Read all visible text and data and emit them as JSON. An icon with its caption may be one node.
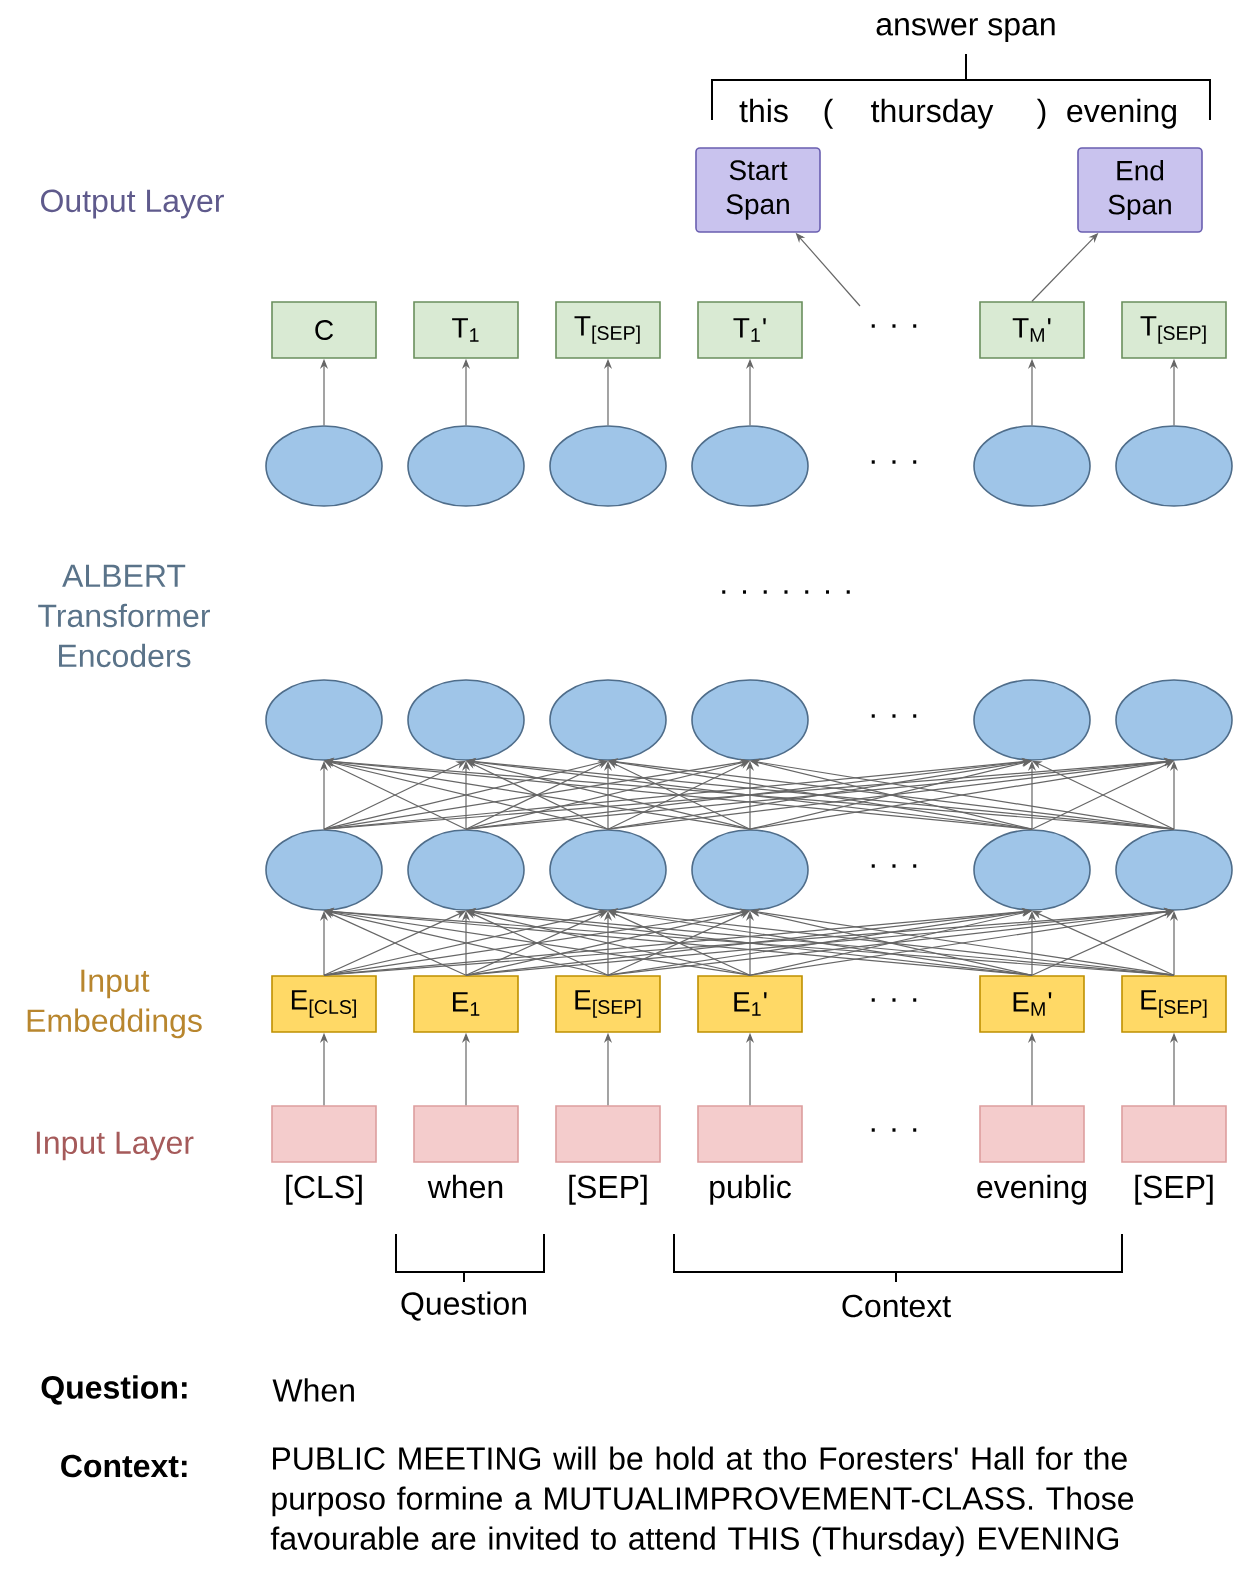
{
  "diagram": {
    "nodes": [
      {
        "text": [
          "Start Span"
        ]
      },
      {
        "text": [
          "End Span"
        ]
      },
      {
        "text": [
          "C"
        ]
      },
      {
        "text": [
          "T$_{1}$"
        ]
      },
      {
        "text": [
          "T$_{[SEP]}$"
        ]
      },
      {
        "text": [
          "T$_{1}$'"
        ]
      },
      {
        "text": [
          "T$_{M}$'"
        ]
      },
      {
        "text": [
          "T$_{[SEP]}$"
        ]
      },
      {
        "text": [],
        "shape": "ellipse"
      },
      {
        "text": [],
        "shape": "ellipse"
      },
      {
        "text": [],
        "shape": "ellipse"
      },
      {
        "text": [],
        "shape": "ellipse"
      },
      {
        "text": [],
        "shape": "ellipse"
      },
      {
        "text": [],
        "shape": "ellipse"
      },
      {
        "text": [],
        "shape": "ellipse"
      },
      {
        "text": [],
        "shape": "ellipse"
      },
      {
        "text": [],
        "shape": "ellipse"
      },
      {
        "text": [],
        "shape": "ellipse"
      },
      {
        "text": [],
        "shape": "ellipse"
      },
      {
        "text": [],
        "shape": "ellipse"
      },
      {
        "text": [],
        "shape": "ellipse"
      },
      {
        "text": [],
        "shape": "ellipse"
      },
      {
        "text": [],
        "shape": "ellipse"
      },
      {
        "text": [],
        "shape": "ellipse"
      },
      {
        "text": [],
        "shape": "ellipse"
      },
      {
        "text": [],
        "shape": "ellipse"
      },
      {
        "text": [
          "E$_{[CLS]}$"
        ]
      },
      {
        "text": [
          "E$_{1}$"
        ]
      },
      {
        "text": [
          "E$_{[SEP]}$"
        ]
      },
      {
        "text": [
          "E$_{1}$'"
        ]
      },
      {
        "text": [
          "E$_{M}$'"
        ]
      },
      {
        "text": [
          "E$_{[SEP]}$"
        ]
      },
      {
        "text": [],
        "shape": "box",
        "beside": [
          "[CLS]"
        ]
      },
      {
        "text": [],
        "shape": "box",
        "beside": [
          "when"
        ]
      },
      {
        "text": [],
        "shape": "box",
        "beside": [
          "[SEP]"
        ]
      },
      {
        "text": [],
        "shape": "box",
        "beside": [
          "public"
        ]
      },
      {
        "text": [],
        "shape": "box",
        "beside": [
          "evening"
        ]
      },
      {
        "text": [],
        "shape": "box",
        "beside": [
          "[SEP]"
        ]
      }
    ],
    "edges": [
      {
        "from": null,
        "to": 0,
        "arrow": "to"
      },
      {
        "from": 6,
        "to": 1,
        "arrow": "to"
      },
      {
        "from": 8,
        "to": 2,
        "arrow": "to"
      },
      {
        "from": 9,
        "to": 3,
        "arrow": "to"
      },
      {
        "from": 10,
        "to": 4,
        "arrow": "to"
      },
      {
        "from": 11,
        "to": 5,
        "arrow": "to"
      },
      {
        "from": 12,
        "to": 6,
        "arrow": "to"
      },
      {
        "from": 13,
        "to": 7,
        "arrow": "to"
      },
      {
        "from": 20,
        "to": 14,
        "arrow": "to"
      },
      {
        "from": 20,
        "to": 15,
        "arrow": "to"
      },
      {
        "from": 20,
        "to": 16,
        "arrow": "to"
      },
      {
        "from": 20,
        "to": 17,
        "arrow": "to"
      },
      {
        "from": 20,
        "to": 18,
        "arrow": "to"
      },
      {
        "from": 20,
        "to": 19,
        "arrow": "to"
      },
      {
        "from": 21,
        "to": 14,
        "arrow": "to"
      },
      {
        "from": 21,
        "to": 15,
        "arrow": "to"
      },
      {
        "from": 21,
        "to": 16,
        "arrow": "to"
      },
      {
        "from": 21,
        "to": 17,
        "arrow": "to"
      },
      {
        "from": 21,
        "to": 18,
        "arrow": "to"
      },
      {
        "from": 21,
        "to": 19,
        "arrow": "to"
      },
      {
        "from": 22,
        "to": 14,
        "arrow": "to"
      },
      {
        "from": 22,
        "to": 15,
        "arrow": "to"
      },
      {
        "from": 22,
        "to": 16,
        "arrow": "to"
      },
      {
        "from": 22,
        "to": 17,
        "arrow": "to"
      },
      {
        "from": 22,
        "to": 18,
        "arrow": "to"
      },
      {
        "from": 22,
        "to": 19,
        "arrow": "to"
      },
      {
        "from": 23,
        "to": 14,
        "arrow": "to"
      },
      {
        "from": 23,
        "to": 15,
        "arrow": "to"
      },
      {
        "from": 23,
        "to": 16,
        "arrow": "to"
      },
      {
        "from": 23,
        "to": 17,
        "arrow": "to"
      },
      {
        "from": 23,
        "to": 18,
        "arrow": "to"
      },
      {
        "from": 23,
        "to": 19,
        "arrow": "to"
      },
      {
        "from": 24,
        "to": 14,
        "arrow": "to"
      },
      {
        "from": 24,
        "to": 15,
        "arrow": "to"
      },
      {
        "from": 24,
        "to": 16,
        "arrow": "to"
      },
      {
        "from": 24,
        "to": 17,
        "arrow": "to"
      },
      {
        "from": 24,
        "to": 18,
        "arrow": "to"
      },
      {
        "from": 24,
        "to": 19,
        "arrow": "to"
      },
      {
        "from": 25,
        "to": 14,
        "arrow": "to"
      },
      {
        "from": 25,
        "to": 15,
        "arrow": "to"
      },
      {
        "from": 25,
        "to": 16,
        "arrow": "to"
      },
      {
        "from": 25,
        "to": 17,
        "arrow": "to"
      },
      {
        "from": 25,
        "to": 18,
        "arrow": "to"
      },
      {
        "from": 25,
        "to": 19,
        "arrow": "to"
      },
      {
        "from": 26,
        "to": 20,
        "arrow": "to"
      },
      {
        "from": 26,
        "to": 21,
        "arrow": "to"
      },
      {
        "from": 26,
        "to": 22,
        "arrow": "to"
      },
      {
        "from": 26,
        "to": 23,
        "arrow": "to"
      },
      {
        "from": 26,
        "to": 24,
        "arrow": "to"
      },
      {
        "from": 26,
        "to": 25,
        "arrow": "to"
      },
      {
        "from": 27,
        "to": 20,
        "arrow": "to"
      },
      {
        "from": 27,
        "to": 21,
        "arrow": "to"
      },
      {
        "from": 27,
        "to": 22,
        "arrow": "to"
      },
      {
        "from": 27,
        "to": 23,
        "arrow": "to"
      },
      {
        "from": 27,
        "to": 24,
        "arrow": "to"
      },
      {
        "from": 27,
        "to": 25,
        "arrow": "to"
      },
      {
        "from": 28,
        "to": 20,
        "arrow": "to"
      },
      {
        "from": 28,
        "to": 21,
        "arrow": "to"
      },
      {
        "from": 28,
        "to": 22,
        "arrow": "to"
      },
      {
        "from": 28,
        "to": 23,
        "arrow": "to"
      },
      {
        "from": 28,
        "to": 24,
        "arrow": "to"
      },
      {
        "from": 28,
        "to": 25,
        "arrow": "to"
      },
      {
        "from": 29,
        "to": 20,
        "arrow": "to"
      },
      {
        "from": 29,
        "to": 21,
        "arrow": "to"
      },
      {
        "from": 29,
        "to": 22,
        "arrow": "to"
      },
      {
        "from": 29,
        "to": 23,
        "arrow": "to"
      },
      {
        "from": 29,
        "to": 24,
        "arrow": "to"
      },
      {
        "from": 29,
        "to": 25,
        "arrow": "to"
      },
      {
        "from": 30,
        "to": 20,
        "arrow": "to"
      },
      {
        "from": 30,
        "to": 21,
        "arrow": "to"
      },
      {
        "from": 30,
        "to": 22,
        "arrow": "to"
      },
      {
        "from": 30,
        "to": 23,
        "arrow": "to"
      },
      {
        "from": 30,
        "to": 24,
        "arrow": "to"
      },
      {
        "from": 30,
        "to": 25,
        "arrow": "to"
      },
      {
        "from": 31,
        "to": 20,
        "arrow": "to"
      },
      {
        "from": 31,
        "to": 21,
        "arrow": "to"
      },
      {
        "from": 31,
        "to": 22,
        "arrow": "to"
      },
      {
        "from": 31,
        "to": 23,
        "arrow": "to"
      },
      {
        "from": 31,
        "to": 24,
        "arrow": "to"
      },
      {
        "from": 31,
        "to": 25,
        "arrow": "to"
      },
      {
        "from": 32,
        "to": 26,
        "arrow": "to"
      },
      {
        "from": 33,
        "to": 27,
        "arrow": "to"
      },
      {
        "from": 34,
        "to": 28,
        "arrow": "to"
      },
      {
        "from": 35,
        "to": 29,
        "arrow": "to"
      },
      {
        "from": 36,
        "to": 30,
        "arrow": "to"
      },
      {
        "from": 37,
        "to": 31,
        "arrow": "to"
      }
    ],
    "labels": [
      "answer span",
      "this",
      "(",
      "thursday",
      ")",
      "evening",
      "Output Layer",
      ". . .",
      ". . .",
      "ALBERT Transformer Encoders",
      ". . . . . . .",
      ". . .",
      ". . .",
      "Input Embeddings",
      ". . .",
      "Input Layer",
      ". . .",
      "Question",
      "Context",
      "Question:",
      "When",
      "Context:",
      "PUBLIC MEETING will be hold at tho Foresters' Hall for the purposo formine a MUTUALIMPROVEMENT-CLASS. Those favourable are invited to attend THIS (Thursday) EVENING"
    ]
  }
}
